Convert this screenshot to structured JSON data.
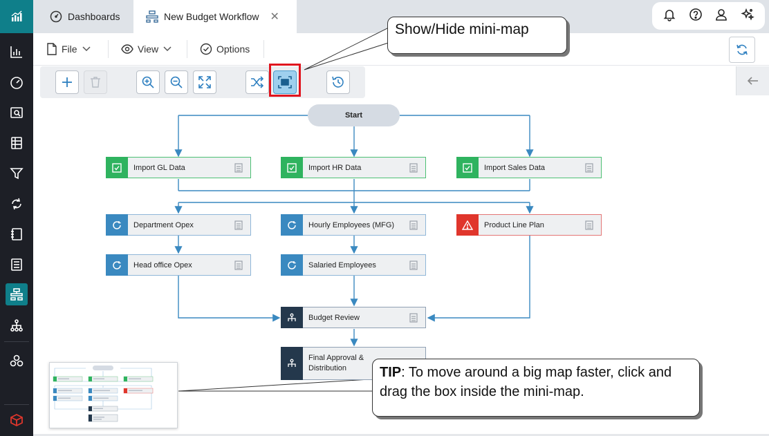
{
  "tabs": [
    {
      "label": "Dashboards",
      "icon": "speedometer-icon"
    },
    {
      "label": "New Budget Workflow",
      "icon": "workflow-icon",
      "active": true
    }
  ],
  "menu": {
    "file": "File",
    "view": "View",
    "options": "Options"
  },
  "callouts": {
    "minimap_toggle": "Show/Hide mini-map",
    "tip_bold": "TIP",
    "tip_text": ": To move around a big map faster, click and drag the box inside the mini-map."
  },
  "workflow": {
    "start": "Start",
    "nodes": {
      "import_gl": "Import GL Data",
      "import_hr": "Import HR Data",
      "import_sales": "Import Sales Data",
      "dept_opex": "Department Opex",
      "hourly_emp": "Hourly Employees (MFG)",
      "product_line": "Product Line Plan",
      "head_office": "Head office Opex",
      "salaried_emp": "Salaried Employees",
      "budget_review": "Budget Review",
      "final_approval": "Final Approval & Distribution"
    }
  },
  "colors": {
    "accent": "#0f7f8a",
    "success": "#2fb35f",
    "info": "#3a89c0",
    "error": "#e0362c",
    "dark_node": "#24384c",
    "highlight": "#e0141e"
  }
}
